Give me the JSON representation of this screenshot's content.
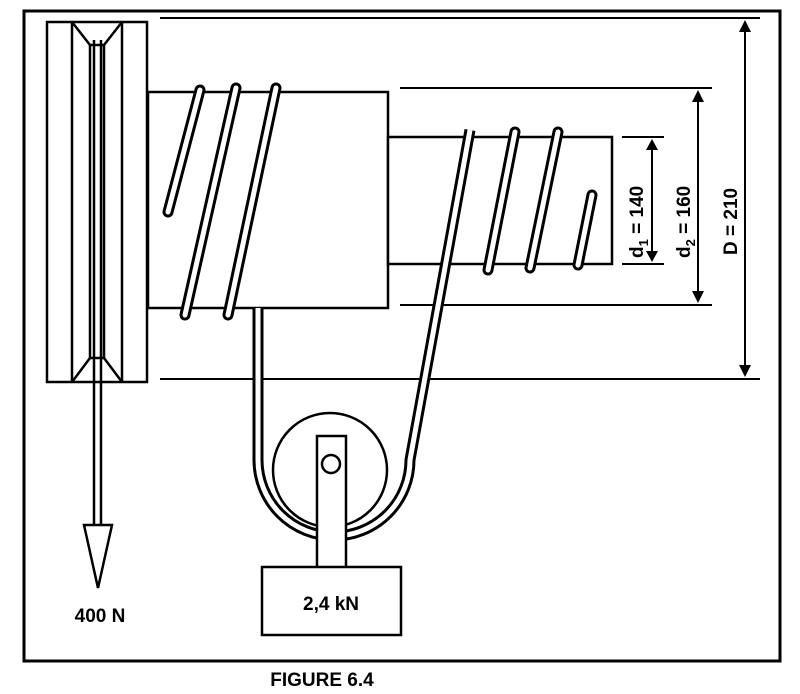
{
  "figure": {
    "caption": "FIGURE 6.4",
    "labels": {
      "force": "400 N",
      "load": "2,4 kN",
      "d1_symbol": "d",
      "d1_sub": "1",
      "d1_value": " = 140",
      "d2_symbol": "d",
      "d2_sub": "2",
      "d2_value": " = 160",
      "D": "D = 210"
    }
  }
}
